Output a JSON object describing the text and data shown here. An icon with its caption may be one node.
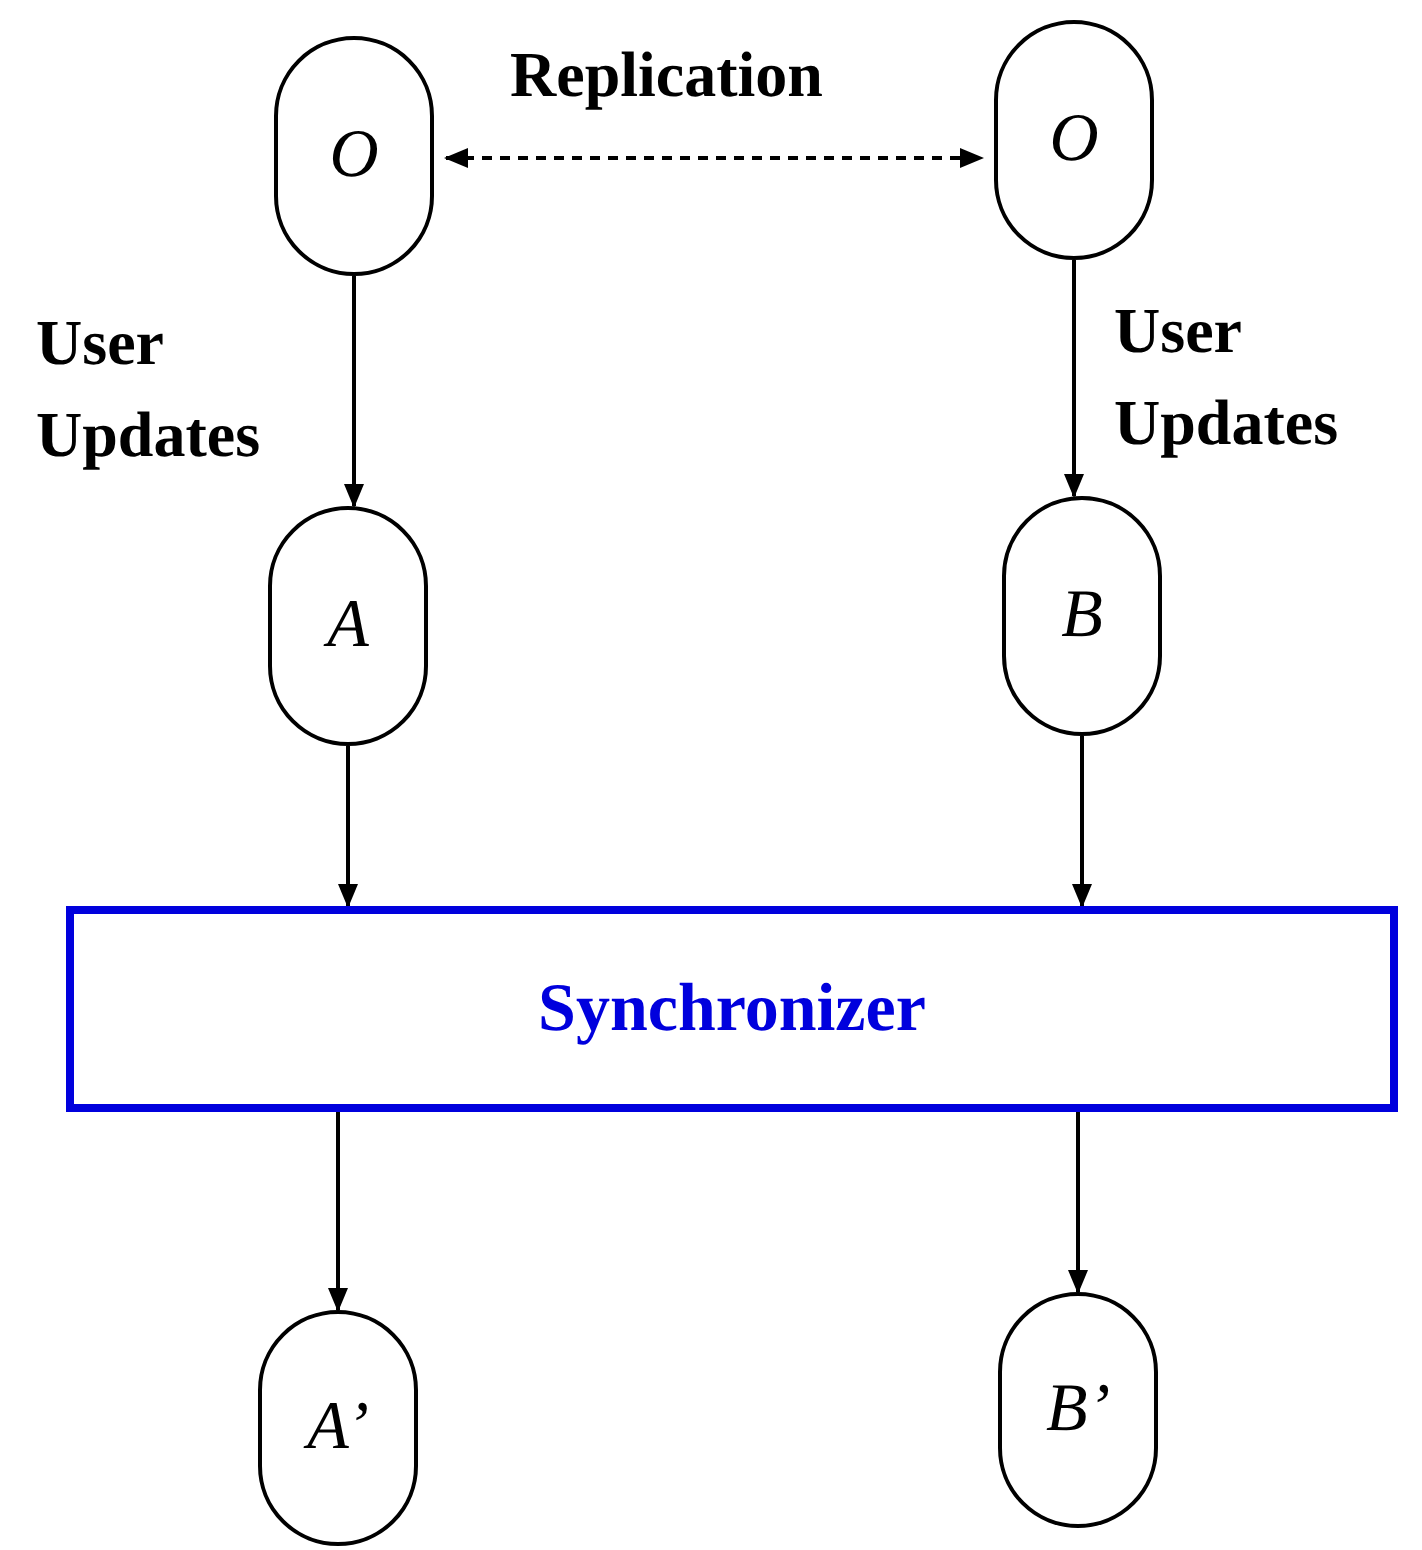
{
  "diagram": {
    "nodes": [
      {
        "text": [
          "O"
        ]
      },
      {
        "text": [
          "O"
        ]
      },
      {
        "text": [
          "A"
        ]
      },
      {
        "text": [
          "B"
        ]
      },
      {
        "text": [
          "Synchronizer"
        ]
      },
      {
        "text": [
          "A’"
        ]
      },
      {
        "text": [
          "B’"
        ]
      }
    ],
    "edges": [
      {
        "from": 0,
        "to": 1,
        "arrow": "both",
        "style": "dashed",
        "label": "Replication"
      },
      {
        "from": 0,
        "to": 2,
        "arrow": "to",
        "label": "User Updates"
      },
      {
        "from": 1,
        "to": 3,
        "arrow": "to",
        "label": "User Updates"
      },
      {
        "from": 2,
        "to": 4,
        "arrow": "to"
      },
      {
        "from": 3,
        "to": 4,
        "arrow": "to"
      },
      {
        "from": 4,
        "to": 5,
        "arrow": "to"
      },
      {
        "from": 4,
        "to": 6,
        "arrow": "to"
      }
    ]
  }
}
